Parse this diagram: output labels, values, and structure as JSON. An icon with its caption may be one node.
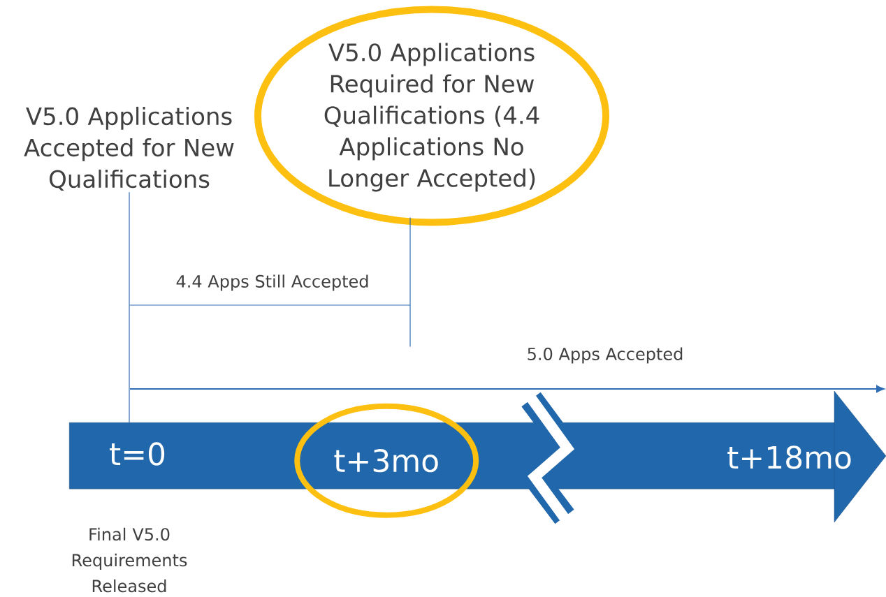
{
  "diagram": {
    "nodes": [
      {
        "text": [
          "t=0",
          "t+18mo"
        ],
        "beside": [
          "Final V5.0 Requirements Released"
        ]
      },
      {
        "text": [
          "t+3mo"
        ],
        "in": 0
      },
      {
        "text": [
          "V5.0 Applications Accepted for New Qualifications"
        ]
      },
      {
        "text": [
          "V5.0 Applications Required for New Qualifications (4.4 Applications No Longer Accepted)"
        ]
      }
    ],
    "edges": [
      {
        "from": 2,
        "to": 0,
        "arrow": "none"
      },
      {
        "from": 3,
        "to": null,
        "arrow": "none"
      }
    ],
    "labels": [
      "4.4 Apps Still Accepted",
      "5.0 Apps Accepted"
    ]
  }
}
